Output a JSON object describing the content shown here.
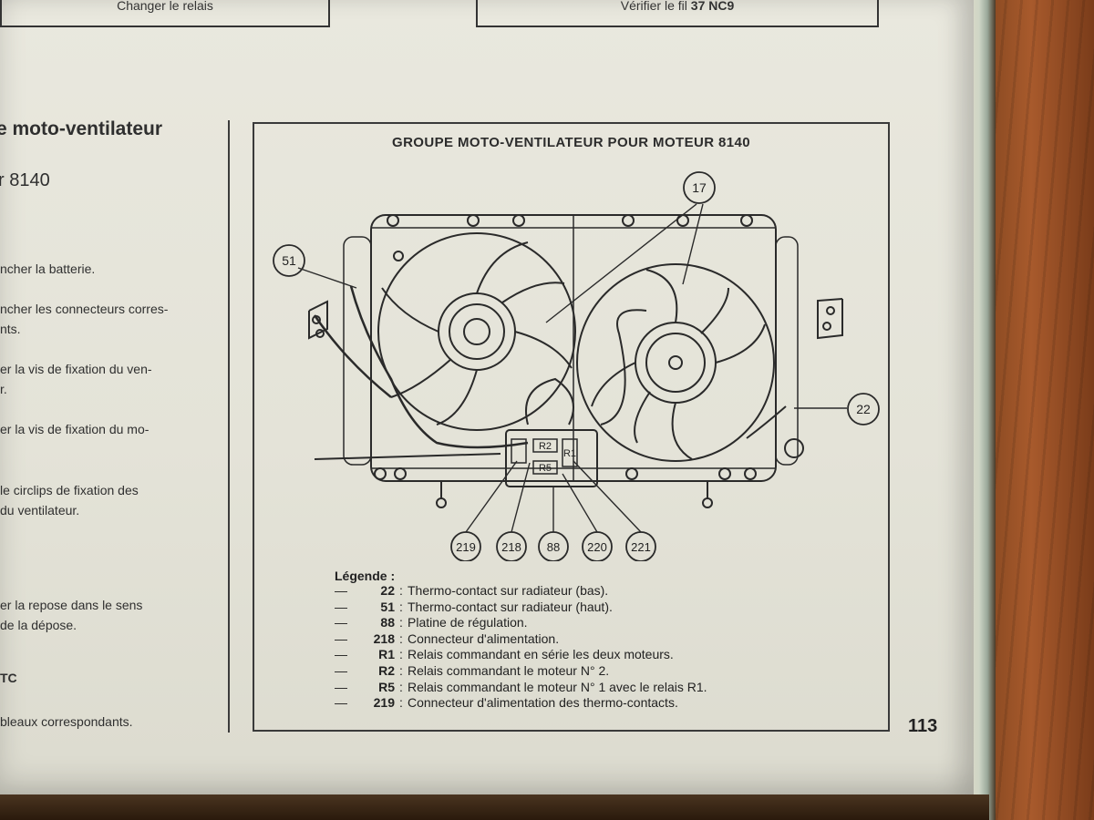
{
  "header": {
    "left_box_text": "Changer le relais",
    "right_box_prefix": "Vérifier le fil",
    "right_box_bold": "37 NC9"
  },
  "left_column": {
    "heading_1": "e moto-ventilateur",
    "heading_2": "r 8140",
    "lines": [
      "ncher la batterie.",
      "ncher les connecteurs corres-",
      "nts.",
      "er la vis de fixation du ven-",
      "r.",
      "er la vis de fixation du mo-",
      "le circlips de fixation des",
      "du ventilateur.",
      "er la repose dans le sens",
      "de la dépose.",
      "TC",
      "bleaux correspondants."
    ]
  },
  "figure": {
    "title": "GROUPE MOTO-VENTILATEUR POUR MOTEUR 8140",
    "callouts": [
      "17",
      "51",
      "22",
      "219",
      "218",
      "88",
      "220",
      "221"
    ],
    "relay_labels": [
      "R2",
      "R1",
      "R5"
    ]
  },
  "legend": {
    "title": "Légende :",
    "items": [
      {
        "code": "22",
        "text": "Thermo-contact sur radiateur (bas)."
      },
      {
        "code": "51",
        "text": "Thermo-contact sur radiateur (haut)."
      },
      {
        "code": "88",
        "text": "Platine de régulation."
      },
      {
        "code": "218",
        "text": "Connecteur d'alimentation."
      },
      {
        "code": "R1",
        "text": "Relais commandant en série les deux moteurs."
      },
      {
        "code": "R2",
        "text": "Relais commandant le moteur N° 2."
      },
      {
        "code": "R5",
        "text": "Relais commandant le moteur N° 1 avec le relais R1."
      },
      {
        "code": "219",
        "text": "Connecteur d'alimentation des thermo-contacts."
      }
    ],
    "dash": "—"
  },
  "page_number": "113"
}
